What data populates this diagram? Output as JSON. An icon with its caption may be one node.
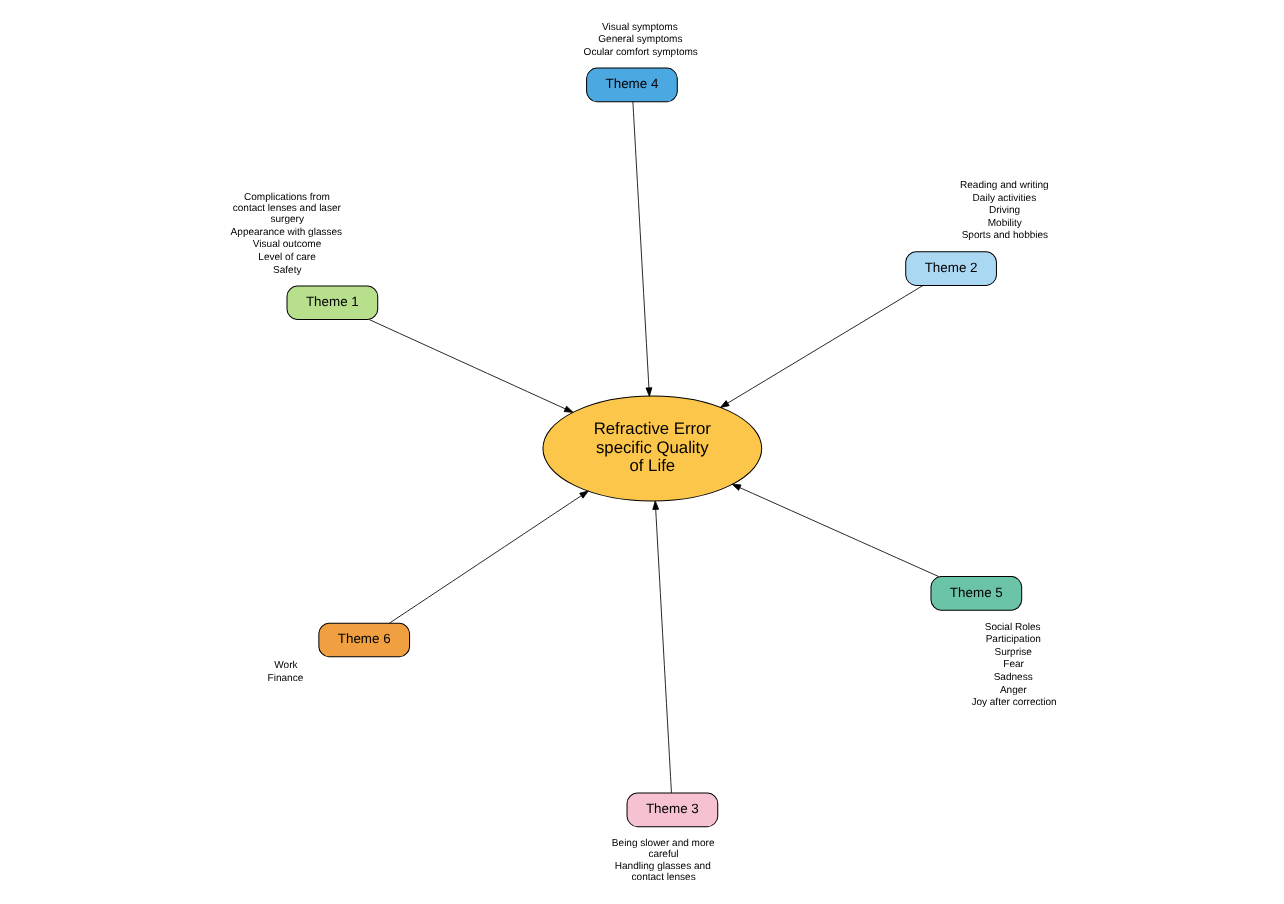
{
  "diagram": {
    "nodes": [
      {
        "text": [
          "Theme 1"
        ],
        "beside": [
          "Complications from contact lenses and laser surgery",
          "Appearance with glasses",
          "Visual outcome",
          "Level of care",
          "Safety"
        ]
      },
      {
        "text": [
          "Theme 6"
        ],
        "beside": [
          "Work",
          "Finance"
        ]
      },
      {
        "text": [
          "Theme 2"
        ],
        "beside": [
          "Reading and writing",
          "Daily activities",
          "Driving",
          "Mobility",
          "Sports and hobbies"
        ]
      },
      {
        "text": [
          "Refractive Error specific Quality of Life"
        ]
      },
      {
        "text": [
          "Theme 5"
        ],
        "beside": [
          "Social Roles",
          "Participation",
          "Surprise",
          "Fear",
          "Sadness",
          "Anger",
          "Joy after correction"
        ]
      },
      {
        "text": [
          "Theme 3"
        ],
        "beside": [
          "Being slower and more careful",
          "Handling glasses and contact lenses"
        ]
      },
      {
        "text": [
          "Theme 4"
        ],
        "beside": [
          "Visual symptoms",
          "General symptoms",
          "Ocular comfort symptoms"
        ]
      }
    ],
    "edges": [
      {
        "from": 0,
        "to": 3,
        "arrow": "to"
      },
      {
        "from": 1,
        "to": 3,
        "arrow": "to"
      },
      {
        "from": 2,
        "to": 3,
        "arrow": "to"
      },
      {
        "from": 4,
        "to": 3,
        "arrow": "to"
      },
      {
        "from": 5,
        "to": 3,
        "arrow": "to"
      },
      {
        "from": 6,
        "to": 3,
        "arrow": "to"
      }
    ]
  }
}
